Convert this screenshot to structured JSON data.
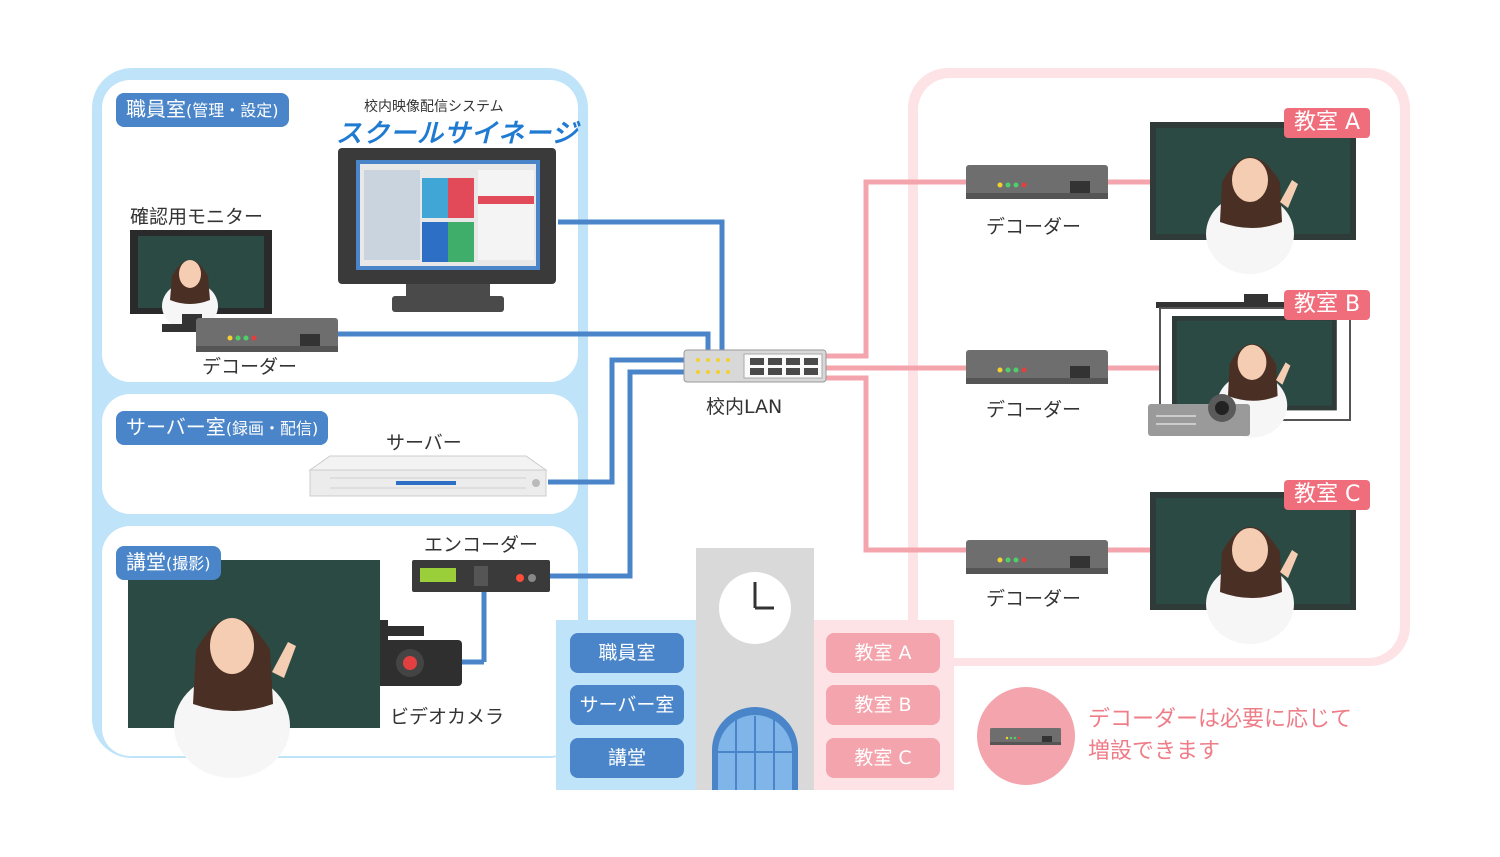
{
  "rooms": {
    "staff": {
      "name": "職員室",
      "sub": "(管理・設定)"
    },
    "server": {
      "name": "サーバー室",
      "sub": "(録画・配信)"
    },
    "auditorium": {
      "name": "講堂",
      "sub": "(撮影)"
    }
  },
  "system": {
    "subtitle": "校内映像配信システム",
    "title": "スクールサイネージ"
  },
  "devices": {
    "monitor": "確認用モニター",
    "decoder": "デコーダー",
    "server": "サーバー",
    "encoder": "エンコーダー",
    "camera": "ビデオカメラ",
    "lan": "校内LAN"
  },
  "classrooms": [
    "教室 A",
    "教室 B",
    "教室 C"
  ],
  "building": {
    "left_rooms": [
      "職員室",
      "サーバー室",
      "講堂"
    ],
    "right_rooms": [
      "教室 A",
      "教室 B",
      "教室 C"
    ]
  },
  "note": {
    "line1": "デコーダーは必要に応じて",
    "line2": "増設できます"
  },
  "colors": {
    "blue_zone": "#bfe3f8",
    "pink_zone": "#fde3e5",
    "blue_line": "#4a85c9",
    "pink_line": "#f4a4ac",
    "tag_blue": "#4a85c9",
    "tag_pink": "#f06e7c"
  }
}
